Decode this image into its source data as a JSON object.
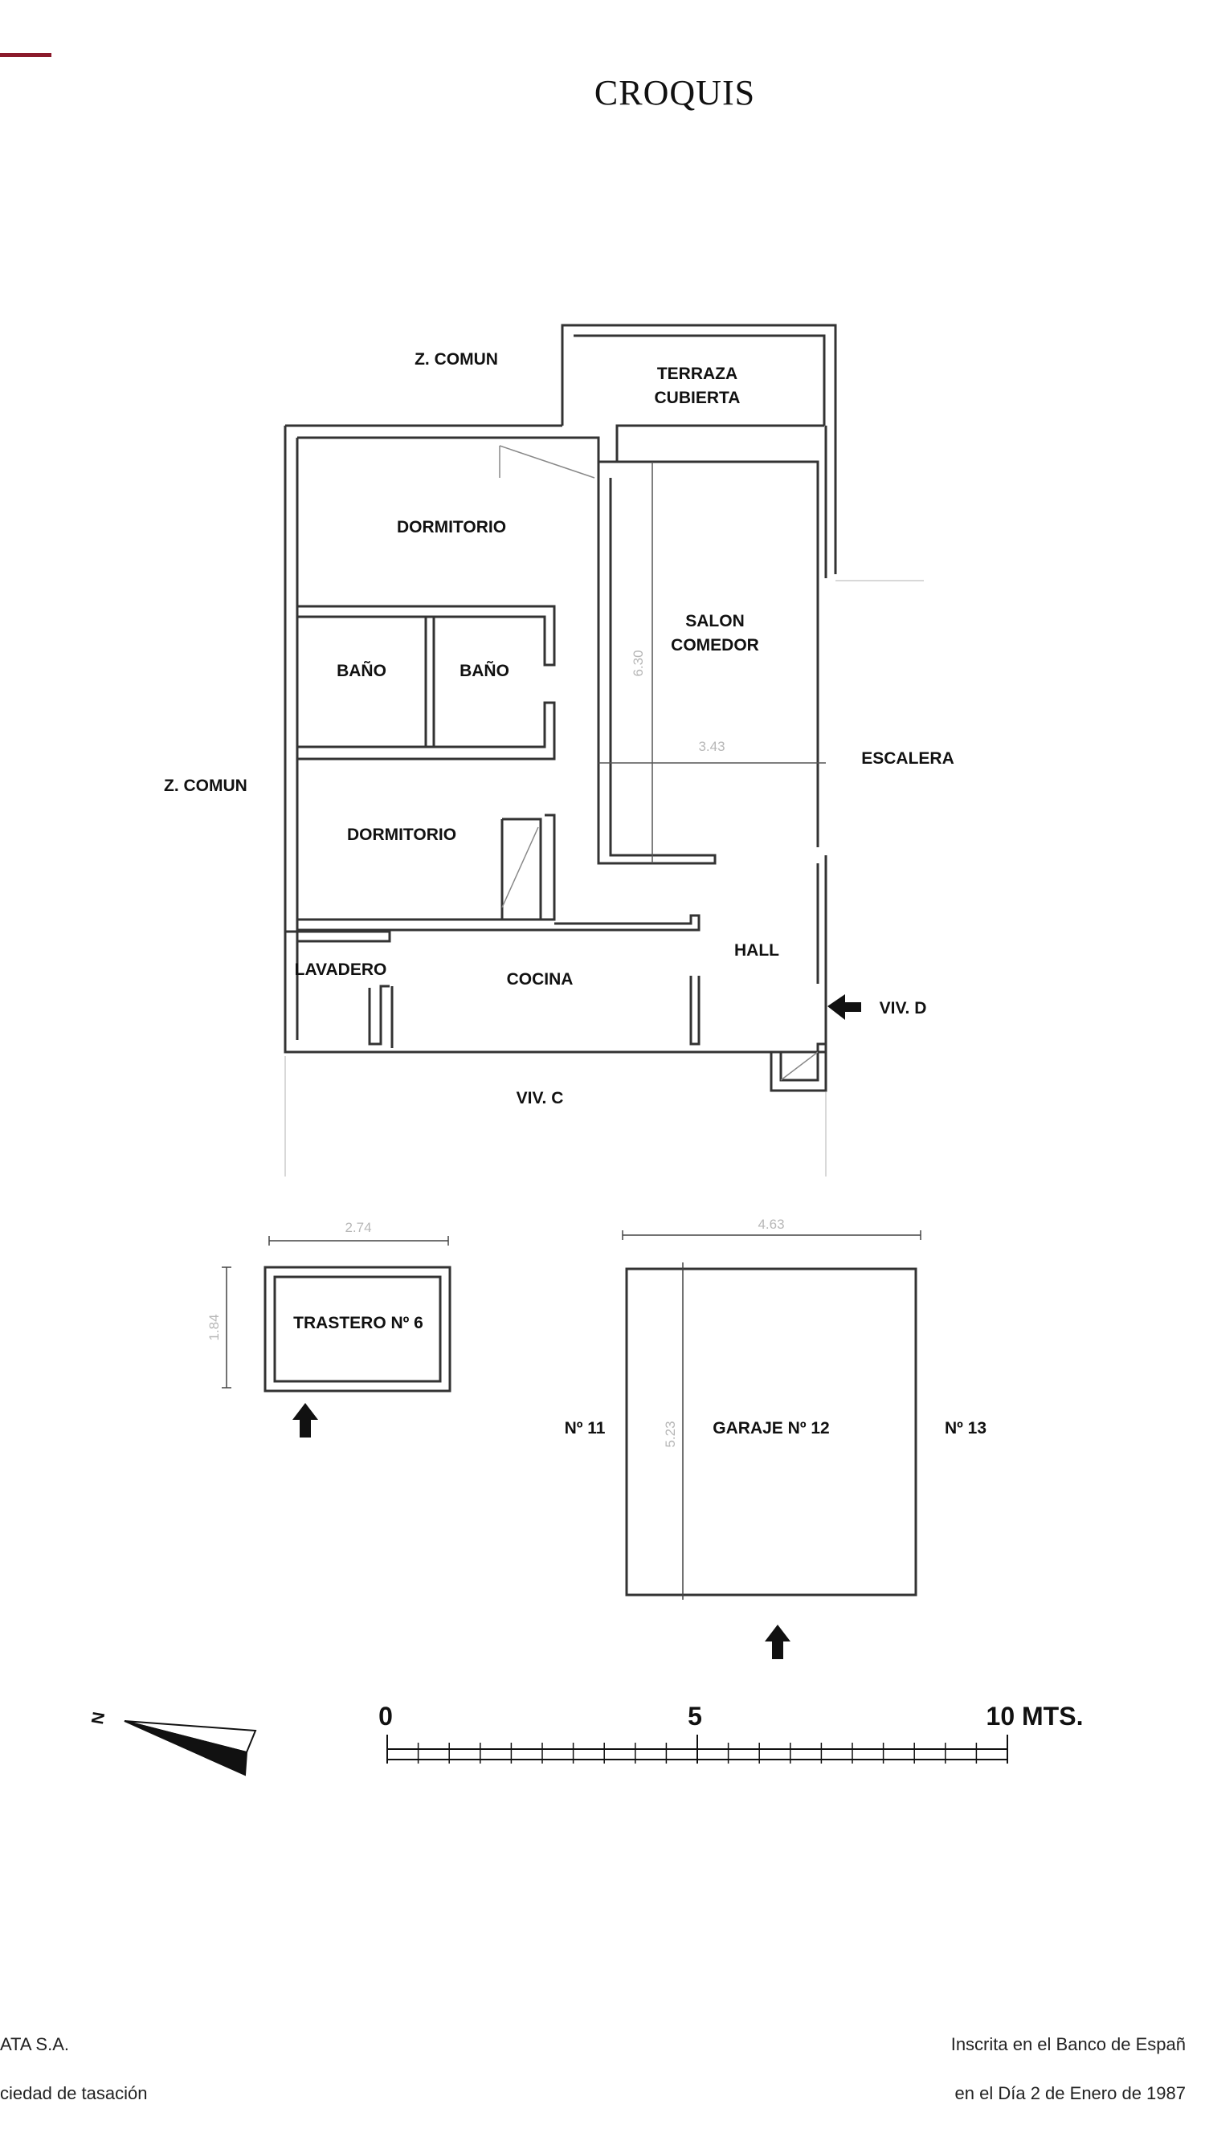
{
  "header": {
    "title": "CROQUIS",
    "accent_color": "#8b1a2b"
  },
  "plan": {
    "z_comun_top": "Z. COMUN",
    "z_comun_left": "Z. COMUN",
    "terraza_line1": "TERRAZA",
    "terraza_line2": "CUBIERTA",
    "dormitorio_1": "DORMITORIO",
    "dormitorio_2": "DORMITORIO",
    "bano_1": "BAÑO",
    "bano_2": "BAÑO",
    "salon_line1": "SALON",
    "salon_line2": "COMEDOR",
    "escalera": "ESCALERA",
    "hall": "HALL",
    "lavadero": "LAVADERO",
    "cocina": "COCINA",
    "viv_d": "VIV. D",
    "viv_c": "VIV. C",
    "dim_salon_height": "6.30",
    "dim_salon_width": "3.43"
  },
  "trastero": {
    "label": "TRASTERO Nº 6",
    "dim_width": "2.74",
    "dim_height": "1.84"
  },
  "garaje": {
    "label": "GARAJE Nº 12",
    "left_label": "Nº 11",
    "right_label": "Nº 13",
    "dim_width": "4.63",
    "dim_height": "5.23"
  },
  "compass": {
    "north": "N"
  },
  "scale": {
    "start": "0",
    "middle": "5",
    "end": "10 MTS."
  },
  "footer": {
    "company_line1": "ATA S.A.",
    "company_line2": "ciedad de tasación",
    "registry_line1": "Inscrita en el Banco de Españ",
    "registry_line2": "en el Día 2 de Enero de 1987"
  }
}
